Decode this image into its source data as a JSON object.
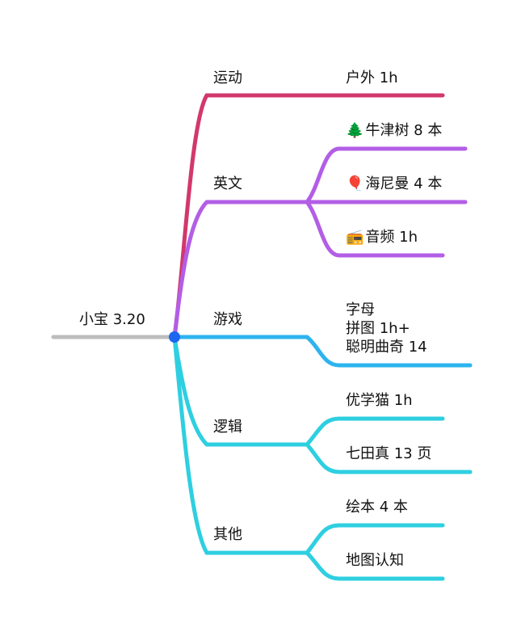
{
  "colors": {
    "root_line": "#bdbdbd",
    "sport": "#d2386c",
    "english": "#b35ee6",
    "game": "#2db4ee",
    "logic": "#2ecfe0",
    "other": "#2ecfe0",
    "root_dot": "#1e66f0"
  },
  "root": {
    "label": "小宝 3.20"
  },
  "branches": {
    "sport": {
      "label": "运动",
      "items": [
        {
          "label": "户外 1h"
        }
      ]
    },
    "english": {
      "label": "英文",
      "items": [
        {
          "icon": "tree-icon",
          "glyph": "🌲",
          "label": "牛津树 8 本"
        },
        {
          "icon": "balloon-icon",
          "glyph": "🎈",
          "label": "海尼曼 4 本"
        },
        {
          "icon": "radio-icon",
          "glyph": "📻",
          "label": "音频 1h"
        }
      ]
    },
    "game": {
      "label": "游戏",
      "lines": [
        "字母",
        "拼图 1h+",
        "聪明曲奇 14"
      ]
    },
    "logic": {
      "label": "逻辑",
      "items": [
        {
          "label": "优学猫 1h"
        },
        {
          "label": "七田真 13 页"
        }
      ]
    },
    "other": {
      "label": "其他",
      "items": [
        {
          "label": "绘本 4 本"
        },
        {
          "label": "地图认知"
        }
      ]
    }
  }
}
